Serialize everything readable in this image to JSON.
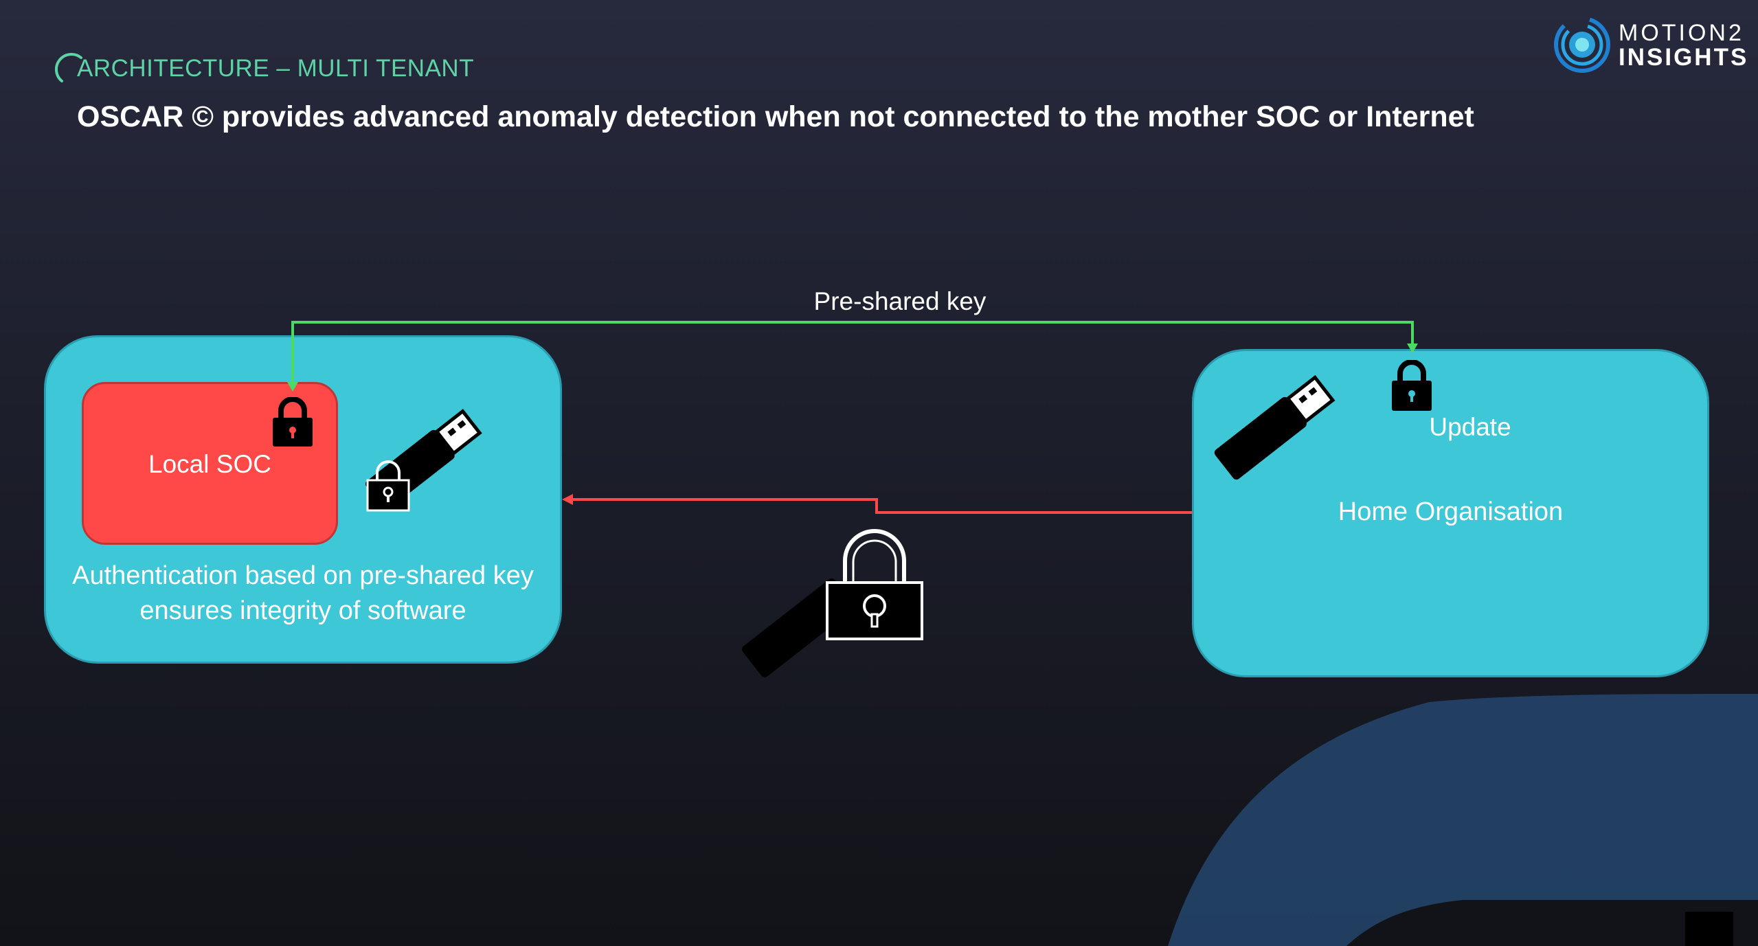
{
  "header": {
    "section_title": "ARCHITECTURE – MULTI TENANT",
    "headline": "OSCAR © provides advanced anomaly detection when not connected to the mother SOC or Internet"
  },
  "logo": {
    "line1": "MOTION2",
    "line2": "INSIGHTS"
  },
  "diagram": {
    "left_panel": {
      "local_soc_label": "Local SOC",
      "auth_text_line1": "Authentication based on pre-shared key",
      "auth_text_line2": "ensures integrity of software"
    },
    "right_panel": {
      "update_label": "Update",
      "home_org_label": "Home Organisation"
    },
    "connector_label": "Pre-shared key"
  },
  "colors": {
    "background_top": "#272a3d",
    "background_bottom": "#121318",
    "panel": "#3ec7d6",
    "local_soc": "#ff4848",
    "green_line": "#4cd964",
    "red_line": "#ff4848",
    "accent_title": "#5ed3a6"
  },
  "icons": [
    "lock-icon",
    "usb-drive-icon",
    "logo-icon"
  ]
}
